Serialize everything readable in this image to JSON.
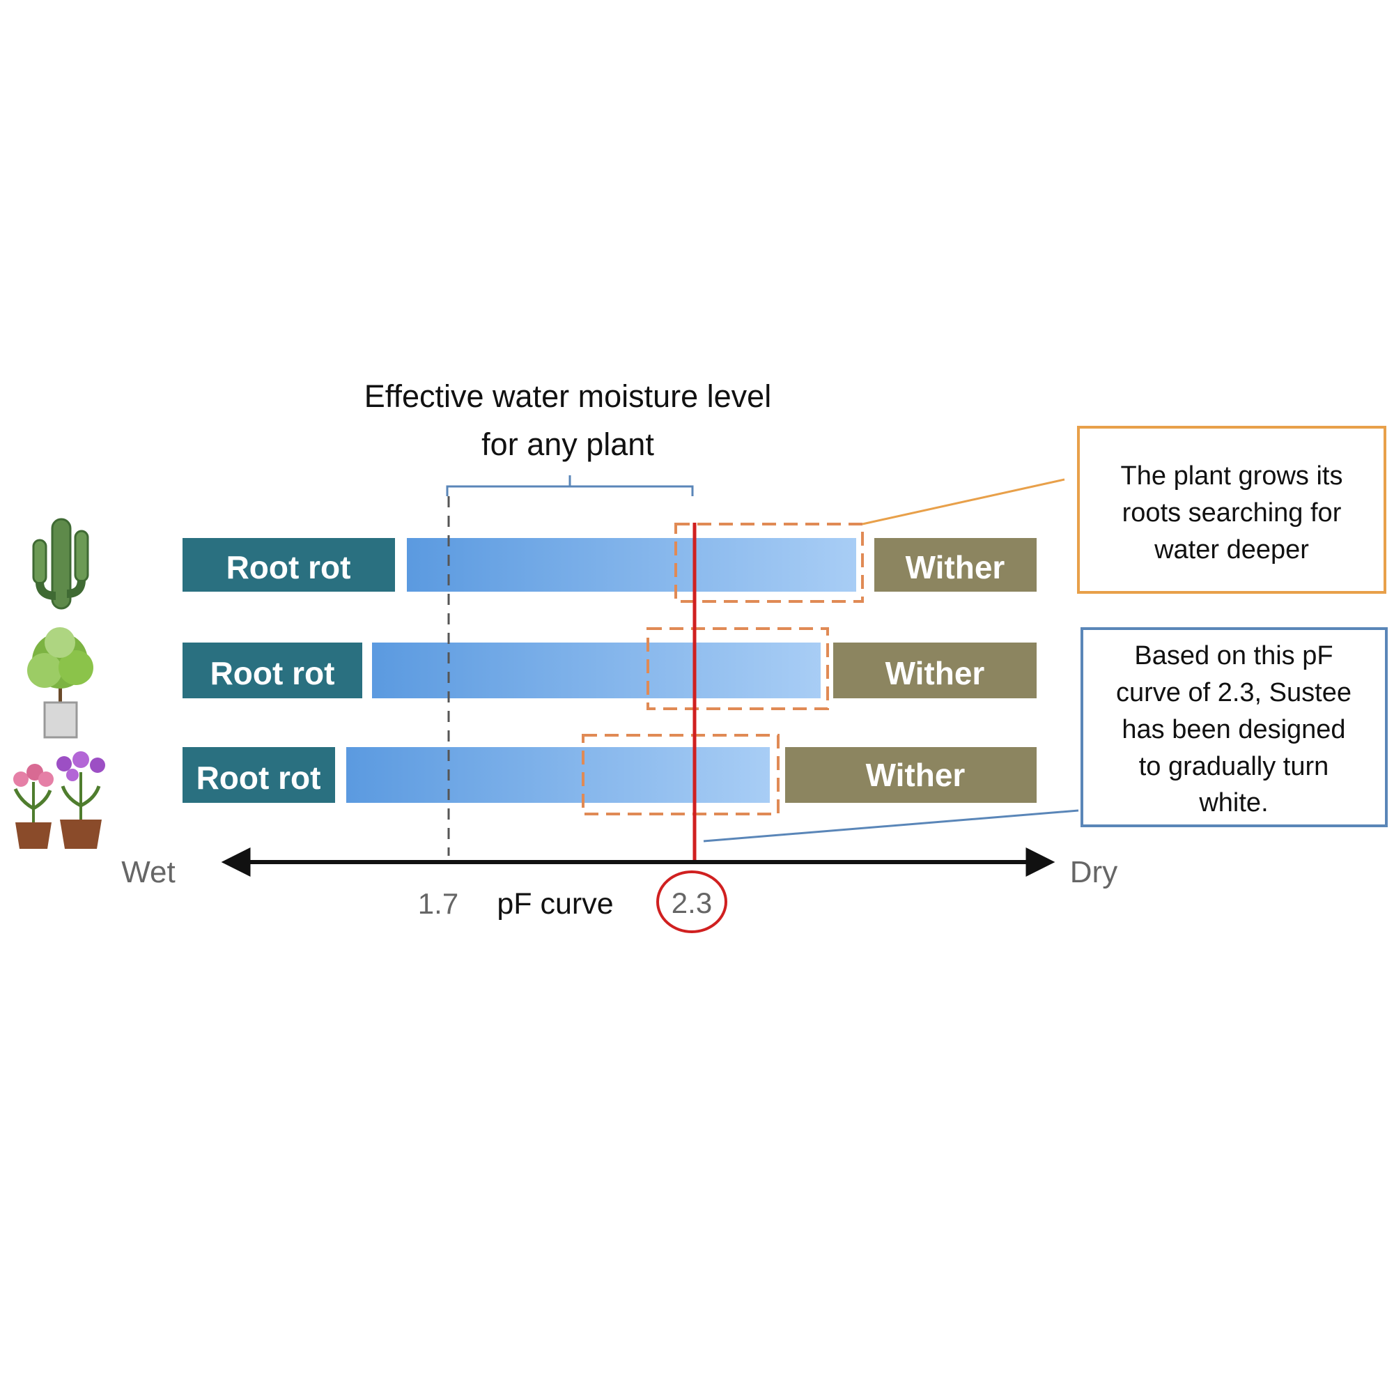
{
  "title_lines": [
    "Effective water moisture level",
    "for any plant"
  ],
  "axis": {
    "left_label": "Wet",
    "right_label": "Dry",
    "title": "pF curve",
    "ticks": [
      {
        "label": "1.7",
        "value": 1.7
      },
      {
        "label": "2.3",
        "value": 2.3
      }
    ]
  },
  "rows": [
    {
      "plant_icon": "cactus-icon",
      "left_label": "Root rot",
      "right_label": "Wither"
    },
    {
      "plant_icon": "potted-tree-icon",
      "left_label": "Root rot",
      "right_label": "Wither"
    },
    {
      "plant_icon": "flower-pots-icon",
      "left_label": "Root rot",
      "right_label": "Wither"
    }
  ],
  "callouts": {
    "roots": [
      "The plant grows its",
      "roots searching for",
      "water deeper"
    ],
    "design": [
      "Based on this pF",
      "curve of 2.3, Sustee",
      "has been designed",
      "to gradually turn",
      "white."
    ]
  },
  "colors": {
    "root_rot": "#2a7080",
    "wither": "#8c8560",
    "effective_dark": "#5b9ae0",
    "effective_light": "#a8cdf5",
    "marker": "#d02020",
    "orange_callout": "#e8a04a",
    "blue_callout": "#5a86b8",
    "axis": "#111111"
  }
}
